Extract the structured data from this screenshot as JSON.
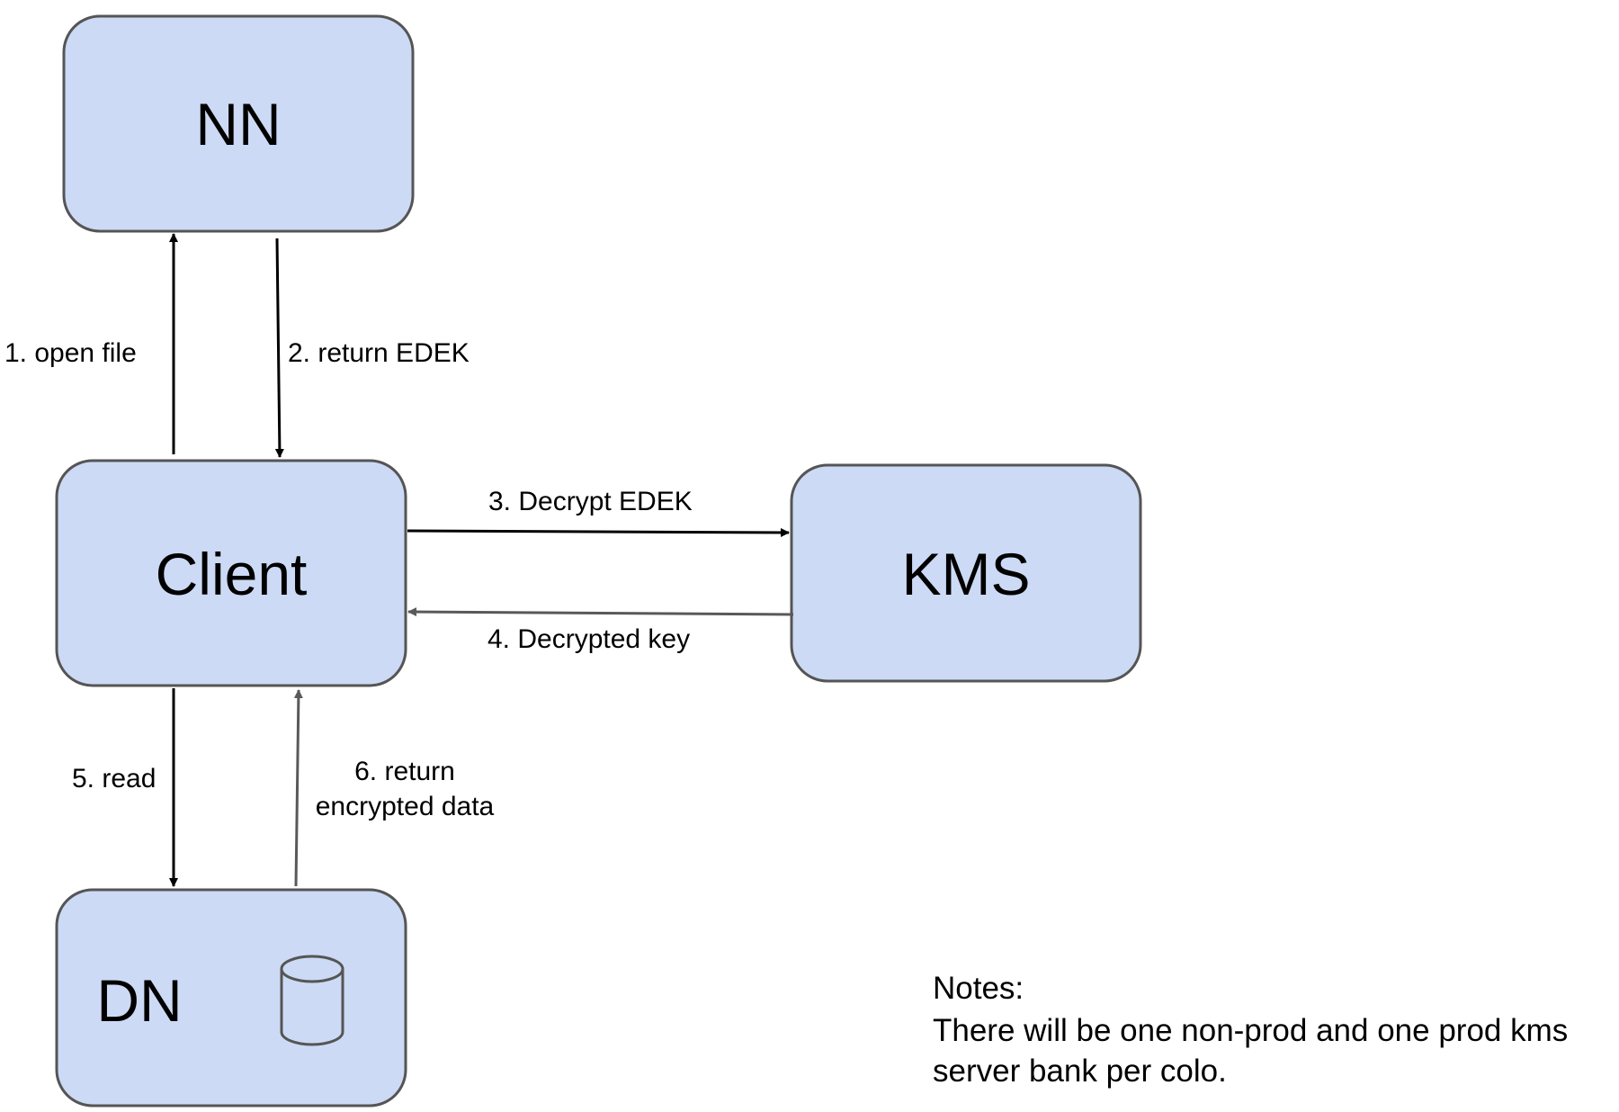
{
  "nodes": {
    "nn": "NN",
    "client": "Client",
    "kms": "KMS",
    "dn": "DN"
  },
  "edges": {
    "open_file": "1. open file",
    "return_edek": "2. return EDEK",
    "decrypt_edek": "3. Decrypt EDEK",
    "decrypted_key": "4. Decrypted key",
    "read": "5. read",
    "return_encrypted_line1": "6. return",
    "return_encrypted_line2": "encrypted data"
  },
  "notes": {
    "heading": "Notes:",
    "line1": "There will be one non-prod and one prod kms",
    "line2": "server bank per colo."
  },
  "icons": {
    "dn_storage": "database-cylinder-icon"
  },
  "colors": {
    "node_fill": "#ccdaf5",
    "node_stroke": "#555555",
    "arrow_dark": "#000000",
    "arrow_gray": "#595959"
  }
}
